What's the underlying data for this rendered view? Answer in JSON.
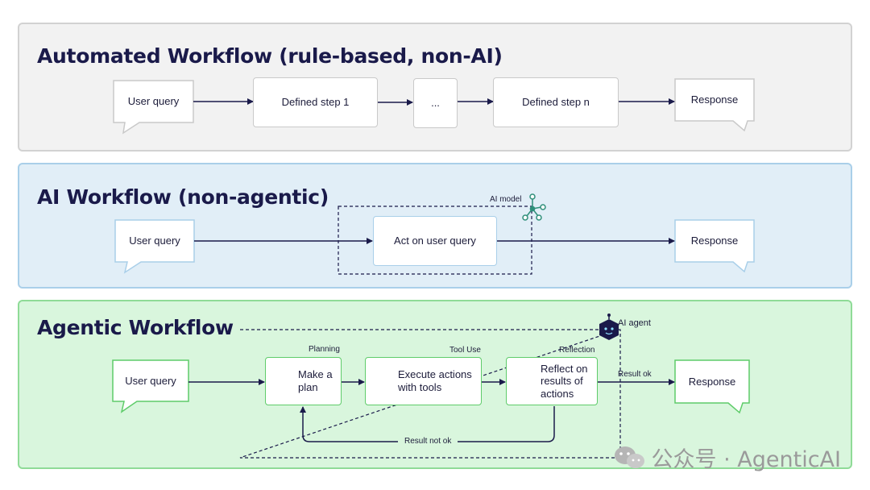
{
  "panels": {
    "automated": {
      "title": "Automated Workflow (rule-based, non-AI)",
      "user_query": "User query",
      "step1": "Defined step 1",
      "ellipsis": "...",
      "stepn": "Defined step n",
      "response": "Response"
    },
    "ai": {
      "title": "AI Workflow (non-agentic)",
      "user_query": "User query",
      "ai_model_label": "AI model",
      "action": "Act on user query",
      "response": "Response"
    },
    "agentic": {
      "title": "Agentic Workflow",
      "user_query": "User query",
      "planning_label": "Planning",
      "plan": "Make a plan",
      "tooluse_label": "Tool Use",
      "execute": "Execute actions with tools",
      "reflection_label": "Reflection",
      "reflect": "Reflect on results of actions",
      "ai_agent_label": "AI agent",
      "result_ok": "Result ok",
      "result_not_ok": "Result not ok",
      "response": "Response"
    }
  },
  "watermark": "公众号 · AgenticAI",
  "colors": {
    "arrow": "#1a1a4a",
    "panel1_bg": "#f2f2f2",
    "panel2_bg": "#e1eef7",
    "panel3_bg": "#d9f6dd",
    "green_border": "#5fcc6a",
    "blue_border": "#a9cfe9",
    "icon_teal": "#2f8f7a"
  },
  "icons": [
    "network-node-icon",
    "robot-agent-icon",
    "stack-layers-icon",
    "document-list-icon",
    "chat-bubble-icon",
    "wechat-icon"
  ]
}
